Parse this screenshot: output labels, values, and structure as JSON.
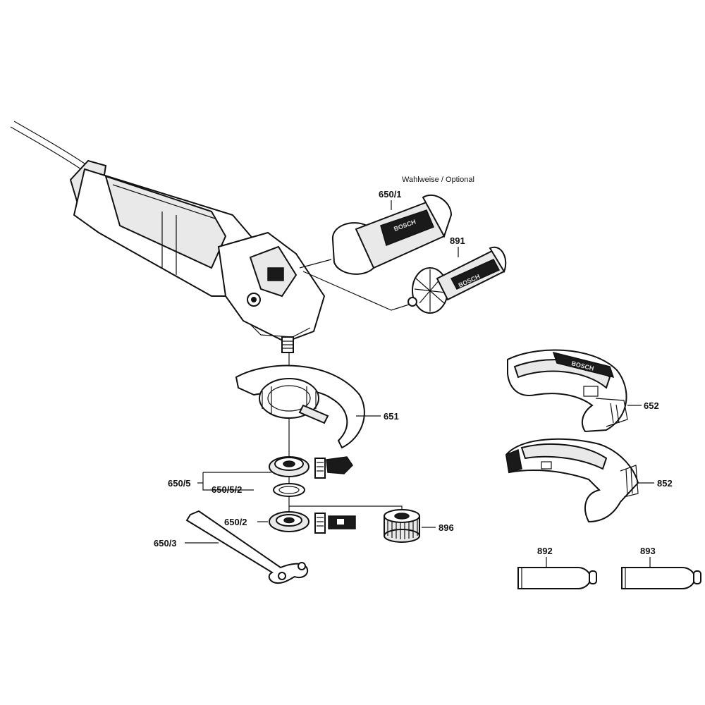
{
  "note": "Wahlweise / Optional",
  "brand": "BOSCH",
  "labels": {
    "p650_1": "650/1",
    "p891": "891",
    "p651": "651",
    "p650_5": "650/5",
    "p650_5_2": "650/5/2",
    "p650_2": "650/2",
    "p650_3": "650/3",
    "p896": "896",
    "p652": "652",
    "p852": "852",
    "p892": "892",
    "p893": "893"
  }
}
